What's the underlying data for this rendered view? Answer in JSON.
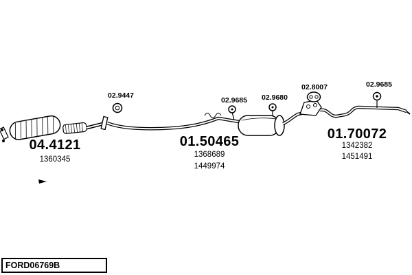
{
  "footer_code": "FORD06769B",
  "mounts": [
    {
      "code": "02.9447"
    },
    {
      "code": "02.9685"
    },
    {
      "code": "02.9680"
    },
    {
      "code": "02.8007"
    },
    {
      "code": "02.9685"
    }
  ],
  "sections": [
    {
      "code": "04.4121",
      "numbers": [
        "1360345"
      ]
    },
    {
      "code": "01.50465",
      "numbers": [
        "1368689",
        "1449974"
      ]
    },
    {
      "code": "01.70072",
      "numbers": [
        "1342382",
        "1451491"
      ]
    }
  ]
}
